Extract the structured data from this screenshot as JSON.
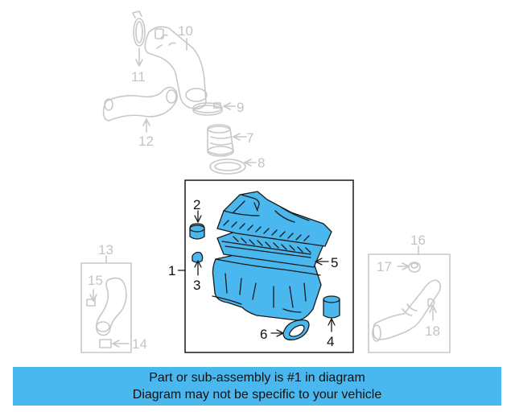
{
  "diagram": {
    "callouts": [
      {
        "id": "1",
        "text": "1"
      },
      {
        "id": "2",
        "text": "2"
      },
      {
        "id": "3",
        "text": "3"
      },
      {
        "id": "4",
        "text": "4"
      },
      {
        "id": "5",
        "text": "5"
      },
      {
        "id": "6",
        "text": "6"
      },
      {
        "id": "7",
        "text": "7"
      },
      {
        "id": "8",
        "text": "8"
      },
      {
        "id": "9",
        "text": "9"
      },
      {
        "id": "10",
        "text": "10"
      },
      {
        "id": "11",
        "text": "11"
      },
      {
        "id": "12",
        "text": "12"
      },
      {
        "id": "13",
        "text": "13"
      },
      {
        "id": "14",
        "text": "14"
      },
      {
        "id": "15",
        "text": "15"
      },
      {
        "id": "16",
        "text": "16"
      },
      {
        "id": "17",
        "text": "17"
      },
      {
        "id": "18",
        "text": "18"
      }
    ],
    "colors": {
      "highlight_fill": "#4ab8ee",
      "outline": "#1a1a1a",
      "faded": "#c8c8c8"
    }
  },
  "caption": {
    "line1": "Part or sub-assembly is #1 in diagram",
    "line2": "Diagram may not be specific to your vehicle",
    "background": "#4ab8ee"
  }
}
